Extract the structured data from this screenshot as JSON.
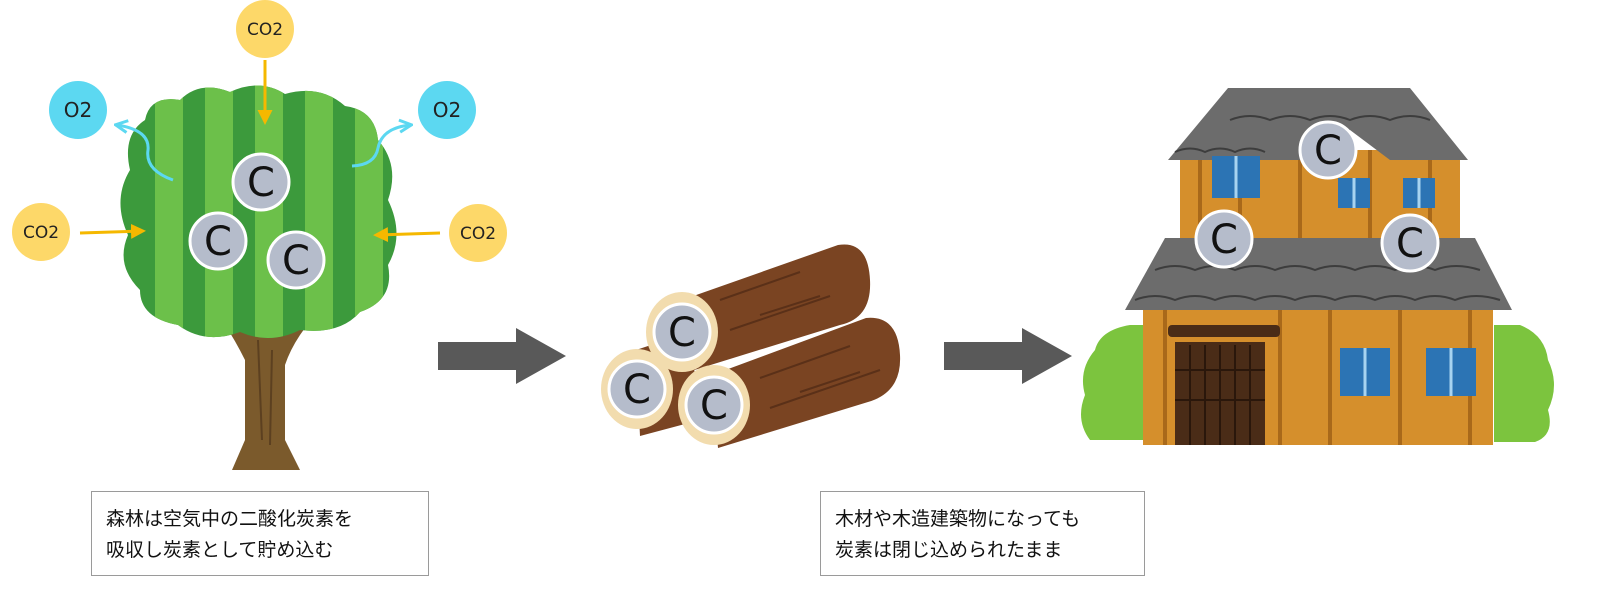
{
  "molecules": {
    "co2_label": "CO2",
    "o2_label": "O2",
    "carbon_label": "C"
  },
  "captions": {
    "forest": [
      "森林は空気中の二酸化炭素を",
      "吸収し炭素として貯め込む"
    ],
    "building": [
      "木材や木造建築物になっても",
      "炭素は閉じ込められたまま"
    ]
  },
  "colors": {
    "co2_circle": "#fdd869",
    "co2_arrow": "#f5b800",
    "o2_circle": "#5cd8f1",
    "o2_arrow": "#5cd8f1",
    "carbon_circle": "#b5bccb",
    "carbon_border": "#ffffff",
    "process_arrow": "#595959",
    "leaf_dark": "#3c9a3c",
    "leaf_light": "#6cc04a",
    "trunk": "#7b5a2c",
    "log_bark": "#7a4422",
    "log_end": "#f2dcae",
    "house_wall": "#d58f2c",
    "house_roof": "#6c6c6c",
    "house_window": "#2c74b4",
    "house_door": "#4a2c17",
    "bush": "#7cc43e"
  },
  "icons": [
    "tree-icon",
    "logs-icon",
    "house-icon",
    "process-arrow-icon",
    "carbon-atom-icon",
    "co2-molecule-icon",
    "o2-molecule-icon"
  ]
}
